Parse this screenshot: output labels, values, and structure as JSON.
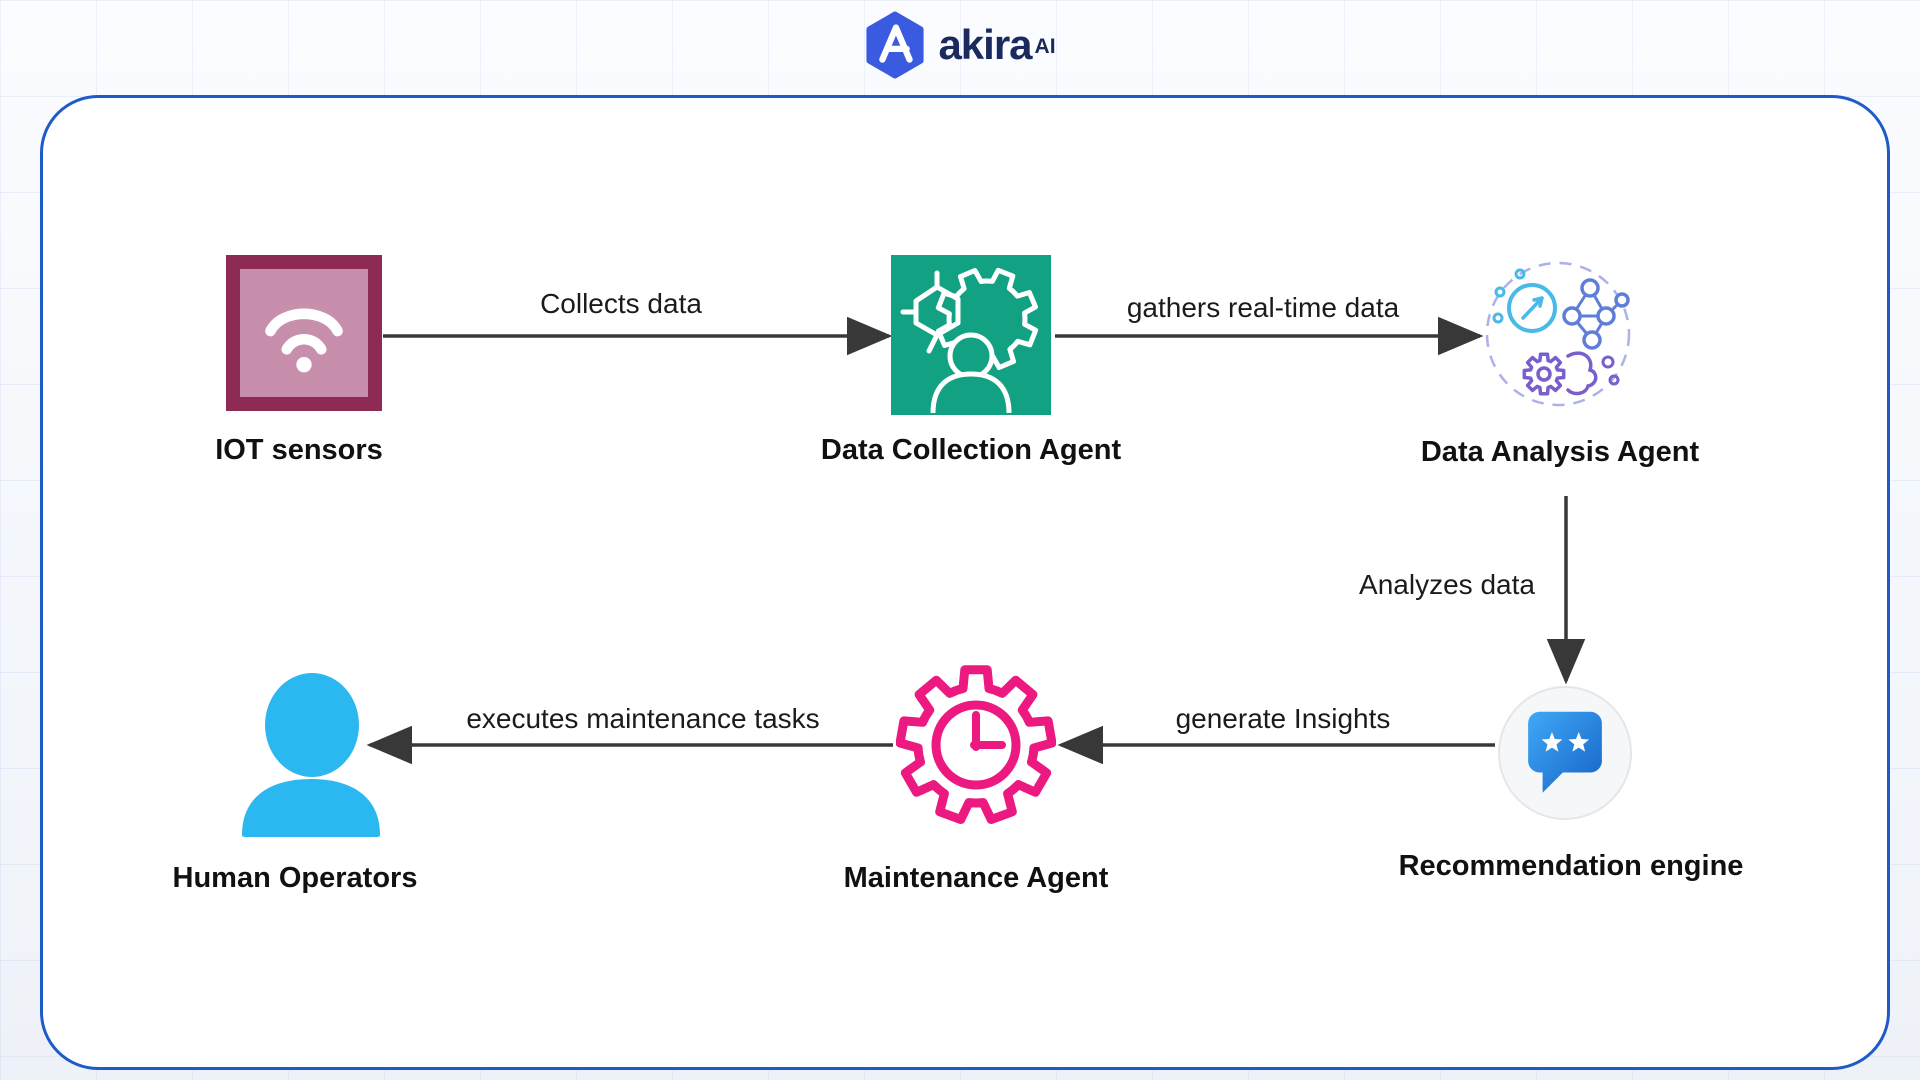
{
  "logo": {
    "name": "akira",
    "superscript": "AI",
    "icon": "hexagon-a-icon"
  },
  "diagram": {
    "nodes": [
      {
        "id": "iot-sensors",
        "label": "IOT sensors",
        "icon": "wifi-icon"
      },
      {
        "id": "data-collection-agent",
        "label": "Data Collection Agent",
        "icon": "gear-person-icon"
      },
      {
        "id": "data-analysis-agent",
        "label": "Data Analysis Agent",
        "icon": "ai-brain-network-icon"
      },
      {
        "id": "recommendation-engine",
        "label": "Recommendation engine",
        "icon": "chat-stars-icon"
      },
      {
        "id": "maintenance-agent",
        "label": "Maintenance Agent",
        "icon": "gear-clock-icon"
      },
      {
        "id": "human-operators",
        "label": "Human Operators",
        "icon": "person-icon"
      }
    ],
    "edges": [
      {
        "from": "iot-sensors",
        "to": "data-collection-agent",
        "label": "Collects data"
      },
      {
        "from": "data-collection-agent",
        "to": "data-analysis-agent",
        "label": "gathers real-time data"
      },
      {
        "from": "data-analysis-agent",
        "to": "recommendation-engine",
        "label": "Analyzes data"
      },
      {
        "from": "recommendation-engine",
        "to": "maintenance-agent",
        "label": "generate Insights"
      },
      {
        "from": "maintenance-agent",
        "to": "human-operators",
        "label": "executes maintenance tasks"
      }
    ]
  },
  "colors": {
    "frame": "#1E5AC8",
    "arrow": "#383838",
    "iot_border": "#8E2B55",
    "iot_fill": "#C78FAC",
    "collect": "#12A182",
    "analysis_primary": "#49B9E8",
    "analysis_secondary": "#7A5ECC",
    "analysis_dashed": "#ABB1EA",
    "network": "#5F7ED9",
    "maintenance": "#EC1980",
    "human": "#2BB7EF",
    "bubble_start": "#3FA9F5",
    "bubble_end": "#1663C7",
    "logo": "#3A5BE0",
    "logo_text": "#1B2A5E"
  }
}
